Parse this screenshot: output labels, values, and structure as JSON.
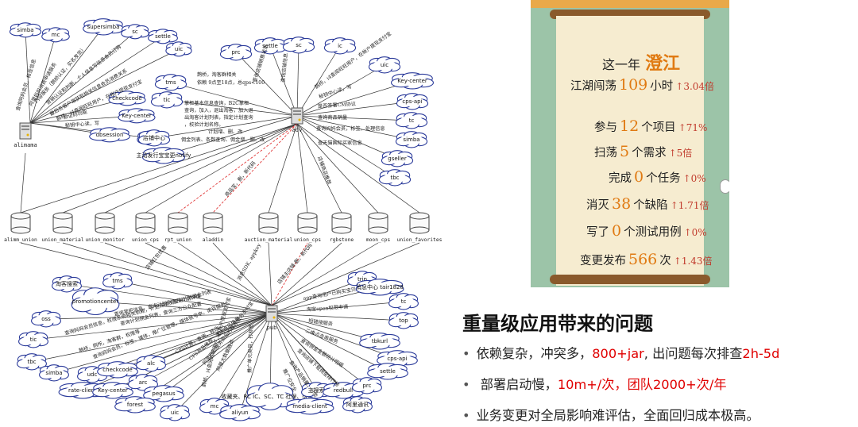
{
  "diagram": {
    "top_server": "alimama",
    "adv_server": "adv",
    "pub_server": "pub",
    "top_left_clouds": [
      "simba",
      "mc",
      "supersimba",
      "sc",
      "settle",
      "uic",
      "checkcode",
      "Key-center",
      "tic",
      "dbsession"
    ],
    "top_left_edges": [
      "查询阿妈会员，标签信息",
      "阿里妈妈消费申请服务",
      "内容服务（鹊桥认证，实名发货）",
      "营销认证和判断，个人信息写信息会员订购",
      "最后去客户端获取相关信息会员消费关系",
      "鹊桥，i4查阅旺旺用户，在帐户提现支付宝",
      "验证码功能",
      "秘钥中心读，写"
    ],
    "adv_clouds": [
      "prc",
      "settle",
      "sc",
      "ic",
      "uic",
      "Key-center",
      "cps-api",
      "tc",
      "simba",
      "gseller",
      "tbc",
      "tms",
      "tic",
      "店铺中心",
      "主动发行宝宝更notify"
    ],
    "adv_edges": [
      "查询店铺销售状态",
      "查询店铺信息",
      "鹊桥，i4查阅旺旺用户，在帐户提现支付宝",
      "秘钥中心读，写",
      "是否签署CM协议",
      "查询商品销量",
      "查询妈妈会员，标签，处理信息",
      "查天猫国际买家信息",
      "店铺商品推荐",
      "掌柜基本信息查询，B2C掌柜查询，加入，退出淘客，加入退出淘客计划列表，指定计划查询，校验计划名称。",
      "计划增、删、改",
      "佣金列表、条数查询、佣金增、删、改",
      "鹊桥，淘客群相关依赖 9点至18点，总qps<100"
    ],
    "red_edges": [
      "商品宝，删，新代码",
      "店铺主店铺-删，新代码"
    ],
    "databases": [
      "alimm_union",
      "union_material",
      "union_monitor",
      "union_cps",
      "rpt_union",
      "aladdin",
      "auction_material",
      "union_cps",
      "rgbstone",
      "moon_cps",
      "union_favorites"
    ],
    "middle_edges": [
      "店铺红包优惠",
      "消息SDK, appkey"
    ],
    "pub_clouds": [
      "淘客搜索",
      "tms",
      "promotioncenter",
      "oss",
      "tic",
      "tbc",
      "simba",
      "udc",
      "checkcode",
      "rate-client",
      "Key-center",
      "arc",
      "alc",
      "pegasus",
      "forest",
      "uic",
      "mc",
      "aliyun",
      "收藏夹、RC IC、SC、TC 社保、优惠券",
      "主搜索",
      "redbull",
      "media-client",
      "阿里通讯",
      "trip",
      "消息中心 tair1828",
      "tc",
      "top",
      "tbkurl",
      "cps-api",
      "settle",
      "prc"
    ],
    "pub_edges": [
      "查询掌柜信息，查询计划列表及计划详情",
      "查询计划佣金列表，查询三方公众配置",
      "查询妈妈会员信息，权限系统相关依赖，计划详情页查询计划佣金列表",
      "鹊桥，厕所，淘客群，权限等",
      "查询妈妈会员，标签，媒体，推广位管理，媒体账号申，类目服务",
      "CPS计算，查询，修改",
      "CPS商品推荐，查询商品信息",
      "阿里巴巴服务商品的推荐服务支付宝",
      "阿里大数据服务",
      "鹊桥，i4查阅旺旺用户，在帐户提现支付宝",
      "推广单元类目，打标签",
      "app查询用户已购买宝贝",
      "淘宝open权限申请",
      "短链接服务",
      "二维点击串服务",
      "查询佣金金额统计明细",
      "查询店铺下载佣金排行榜",
      "查询产品销量，分类",
      "推广位安全"
    ]
  },
  "scroll": {
    "title": "这一年",
    "name": "澄江",
    "rows": [
      {
        "pre": "江湖闯荡",
        "num": "109",
        "post": "小时",
        "delta": "3.04倍"
      },
      {
        "pre": "参与",
        "num": "12",
        "post": "个项目",
        "delta": "71%"
      },
      {
        "pre": "扫荡",
        "num": "5",
        "post": "个需求",
        "delta": "5倍"
      },
      {
        "pre": "完成",
        "num": "0",
        "post": "个任务",
        "delta": "0%"
      },
      {
        "pre": "消灭",
        "num": "38",
        "post": "个缺陷",
        "delta": "1.71倍"
      },
      {
        "pre": "写了",
        "num": "0",
        "post": "个测试用例",
        "delta": "0%"
      },
      {
        "pre": "变更发布",
        "num": "566",
        "post": "次",
        "delta": "1.43倍"
      }
    ],
    "arrow": "↑"
  },
  "problems": {
    "title": "重量级应用带来的问题",
    "bullet": "•",
    "items": [
      {
        "a": "依赖复杂，冲突多，",
        "b": "800+jar",
        "c": ", 出问题每次排查",
        "d": "2h-5d"
      },
      {
        "a": " 部署启动慢，",
        "b": "10m+/次，团队2000+次/年",
        "c": "",
        "d": ""
      },
      {
        "a": "业务变更对全局影响难评估，全面回归成本极高。",
        "b": "",
        "c": "",
        "d": ""
      }
    ]
  },
  "colors": {
    "accent": "#e07a12",
    "red": "#e00000",
    "cloud_stroke": "#2a3a9a"
  }
}
